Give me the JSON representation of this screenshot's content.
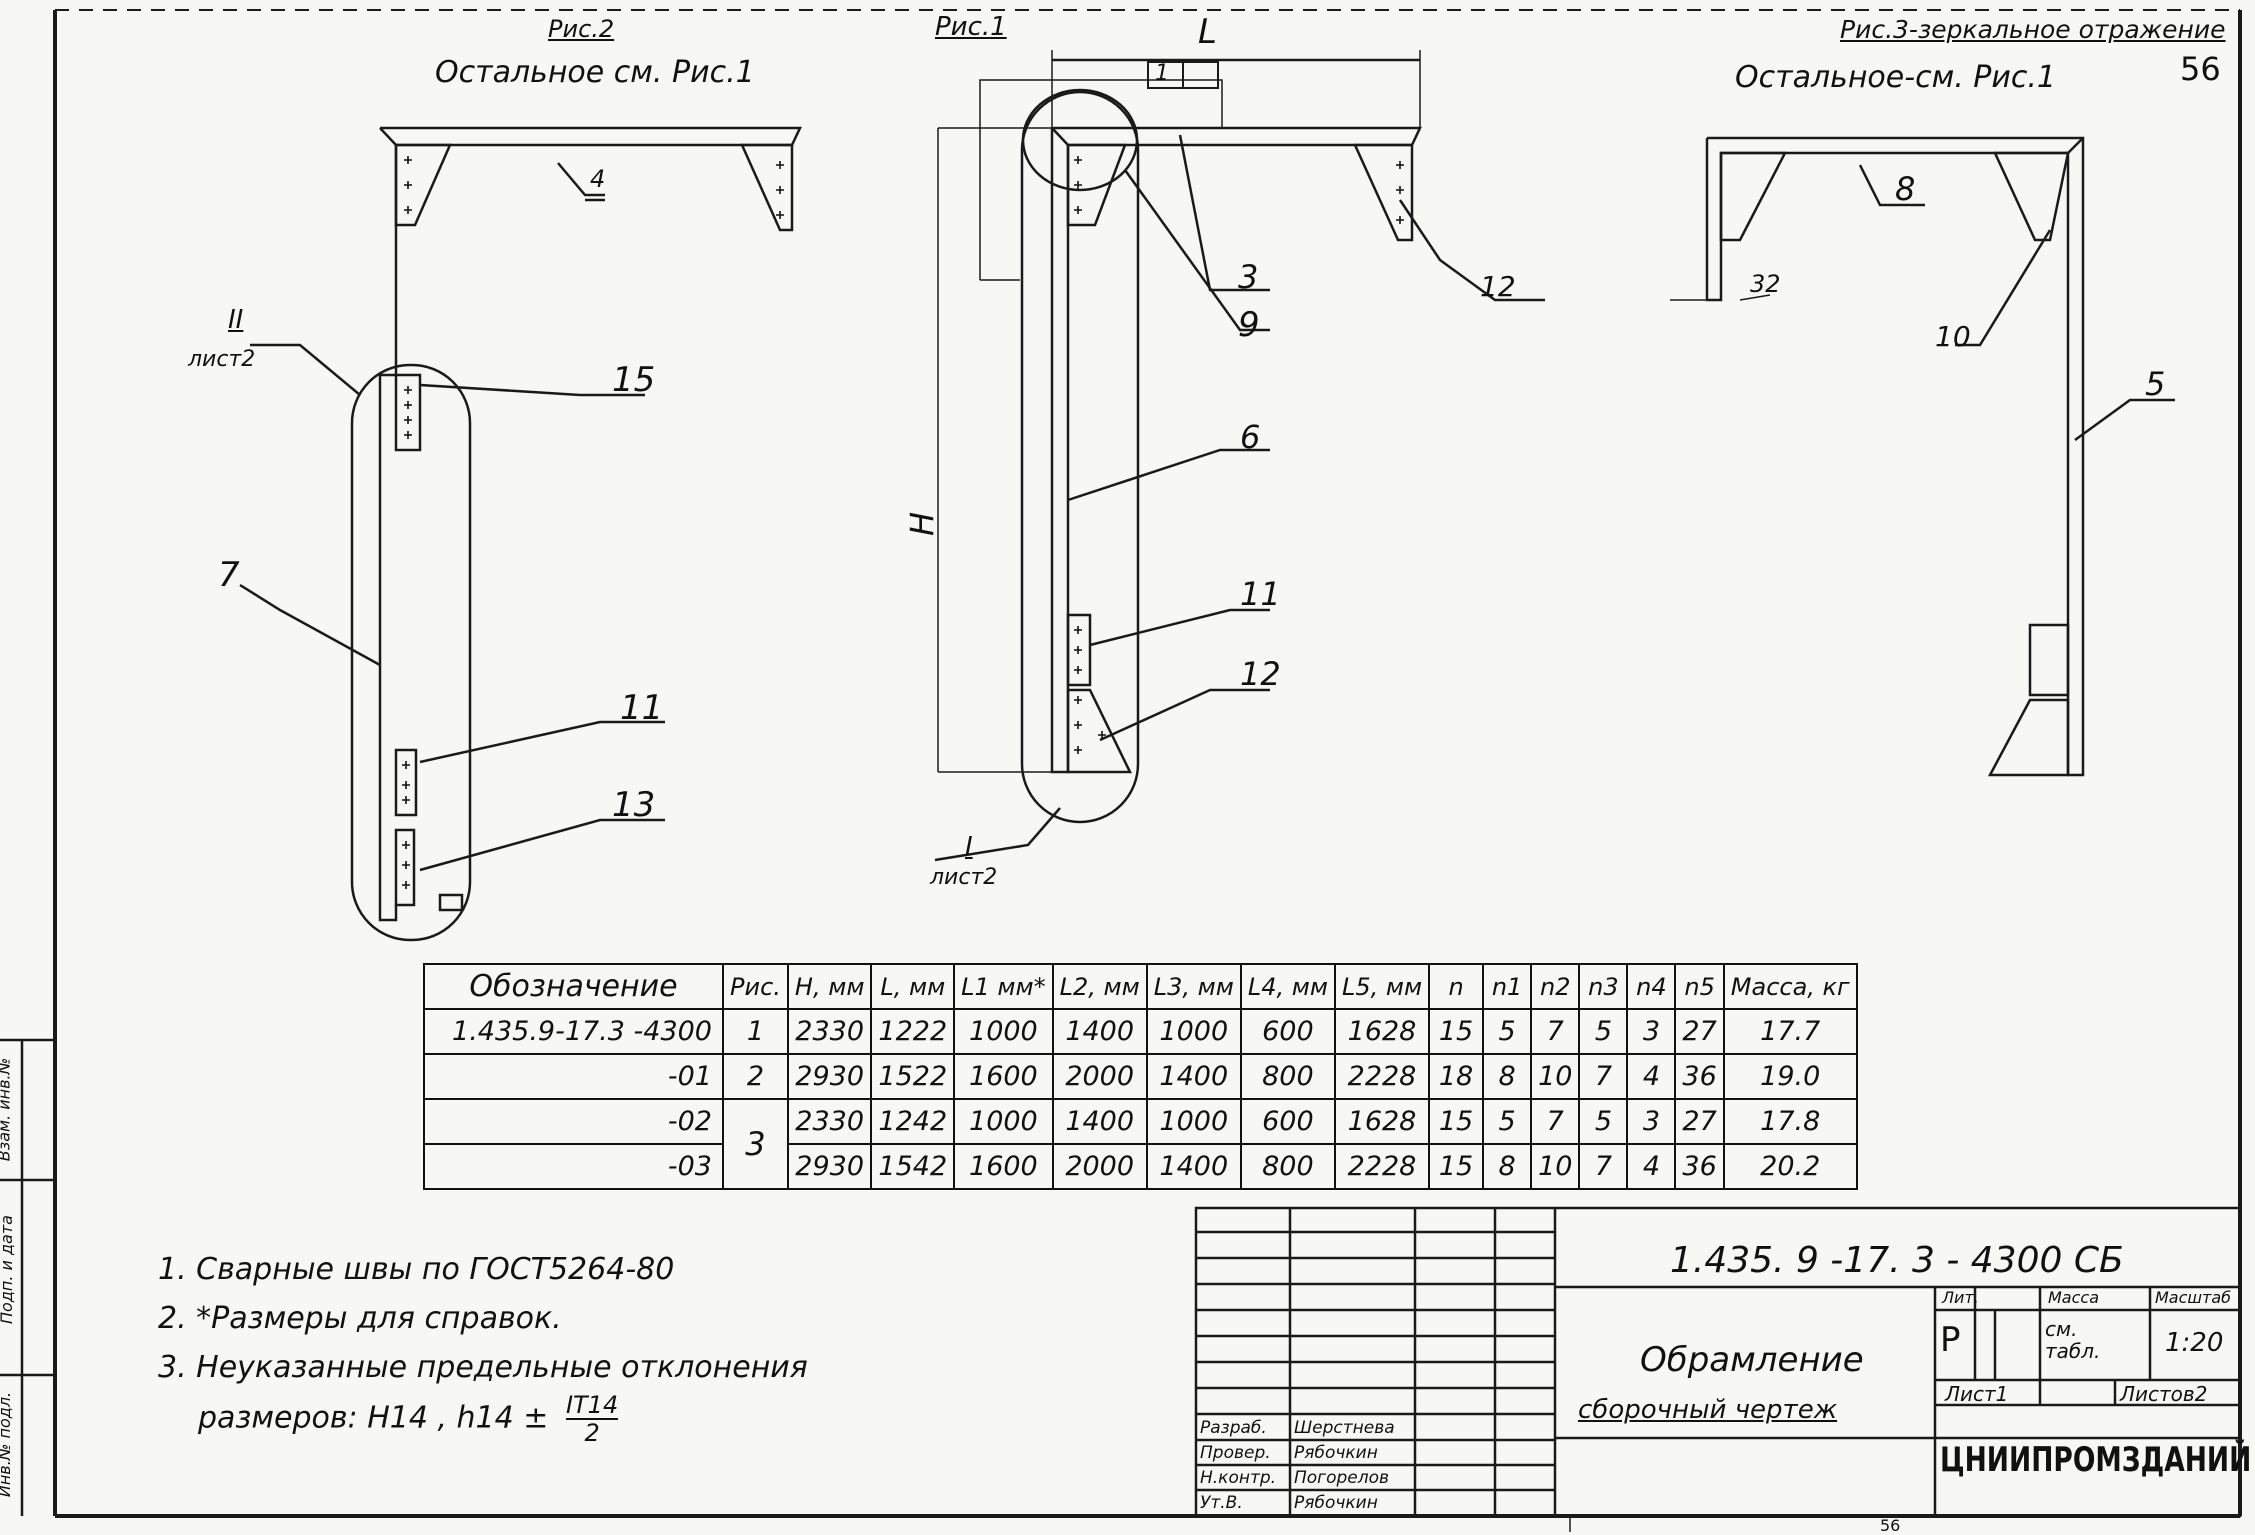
{
  "page_number": "56",
  "views": {
    "fig2_label": "Рис.2",
    "fig2_note": "Остальное см. Рис.1",
    "fig1_label": "Рис.1",
    "fig1_dim_L": "L",
    "fig1_dim_H": "H",
    "fig1_datum": "1",
    "fig3_label": "Рис.3-зеркальное отражение",
    "fig3_note": "Остальное-см. Рис.1",
    "fig3_dim": "32",
    "section_ii_mark": "II",
    "section_ii_sheet": "лист2",
    "section_i_mark": "I",
    "section_i_sheet": "лист2"
  },
  "callouts": {
    "fig2": [
      "4",
      "15",
      "7",
      "11",
      "13"
    ],
    "fig1": [
      "3",
      "9",
      "6",
      "11",
      "12",
      "12"
    ],
    "fig3": [
      "8",
      "10",
      "5"
    ]
  },
  "table": {
    "headers": [
      "Обозначение",
      "Рис.",
      "H, мм",
      "L, мм",
      "L1 мм*",
      "L2, мм",
      "L3, мм",
      "L4, мм",
      "L5, мм",
      "n",
      "n1",
      "n2",
      "n3",
      "n4",
      "n5",
      "Масса, кг"
    ],
    "rows": [
      [
        "1.435.9-17.3 -4300",
        "1",
        "2330",
        "1222",
        "1000",
        "1400",
        "1000",
        "600",
        "1628",
        "15",
        "5",
        "7",
        "5",
        "3",
        "27",
        "17.7"
      ],
      [
        "-01",
        "2",
        "2930",
        "1522",
        "1600",
        "2000",
        "1400",
        "800",
        "2228",
        "18",
        "8",
        "10",
        "7",
        "4",
        "36",
        "19.0"
      ],
      [
        "-02",
        "3",
        "2330",
        "1242",
        "1000",
        "1400",
        "1000",
        "600",
        "1628",
        "15",
        "5",
        "7",
        "5",
        "3",
        "27",
        "17.8"
      ],
      [
        "-03",
        "",
        "2930",
        "1542",
        "1600",
        "2000",
        "1400",
        "800",
        "2228",
        "15",
        "8",
        "10",
        "7",
        "4",
        "36",
        "20.2"
      ]
    ]
  },
  "notes": [
    "1. Сварные швы по ГОСТ5264-80",
    "2. *Размеры для справок.",
    "3. Неуказанные предельные отклонения",
    "размеров: H14 , h14 ±",
    "IT14",
    "2"
  ],
  "title_block": {
    "code": "1.435. 9 -17. 3 - 4300 СБ",
    "title": "Обрамление",
    "subtitle": "сборочный чертеж",
    "staff": [
      {
        "role": "Разраб.",
        "name": "Шерстнева"
      },
      {
        "role": "Провер.",
        "name": "Рябочкин"
      },
      {
        "role": "Н.контр.",
        "name": "Погорелов"
      },
      {
        "role": "Ут.В.",
        "name": "Рябочкин"
      }
    ],
    "lit_header": "Лит.",
    "mass_header": "Масса",
    "scale_header": "Масштаб",
    "lit_value": "Р",
    "mass_value": "см. табл.",
    "scale_value": "1:20",
    "sheet": "Лист1",
    "sheets": "Листов2",
    "org": "ЦНИИПРОМЗДАНИЙ"
  },
  "side_stamp": [
    "Инв.№ подл.",
    "Подп. и дата",
    "Взам. инв.№"
  ],
  "footer_text": "56"
}
